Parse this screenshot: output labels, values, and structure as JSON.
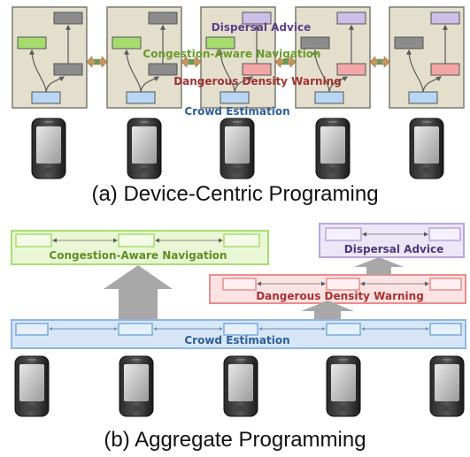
{
  "colors": {
    "panel_bg": "#e4dfcc",
    "panel_border": "#7a7a70",
    "gray_box": "#8c8c8c",
    "green_box": "#a6dc6e",
    "red_box": "#f2a6a6",
    "blue_box": "#b8d6f4",
    "purple_box": "#cdbfe8",
    "link_arrow": "#c9955a",
    "big_arrow": "#a8a8a8"
  },
  "part_a": {
    "labels": {
      "dispersal": "Dispersal Advice",
      "congestion": "Congestion-Aware Navigation",
      "danger": "Dangerous Density Warning",
      "crowd": "Crowd Estimation"
    },
    "caption": "(a) Device-Centric Programing"
  },
  "part_b": {
    "labels": {
      "congestion": "Congestion-Aware Navigation",
      "dispersal": "Dispersal Advice",
      "danger": "Dangerous Density Warning",
      "crowd": "Crowd Estimation"
    },
    "caption": "(b) Aggregate Programming"
  },
  "icons": [
    "smartphone-icon"
  ]
}
